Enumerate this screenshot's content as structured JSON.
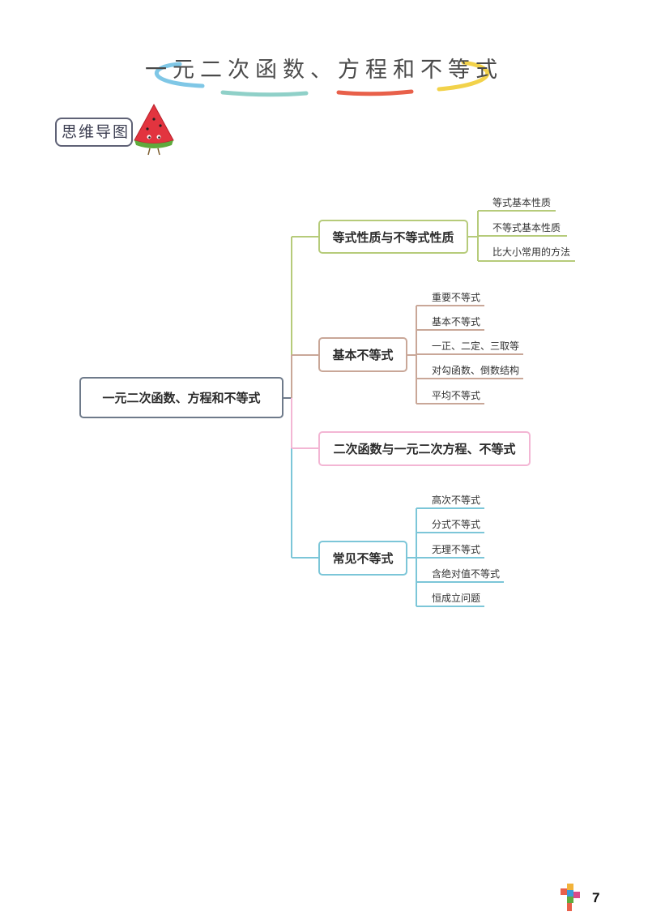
{
  "header": {
    "title": "一元二次函数、方程和不等式",
    "badge": "思维导图"
  },
  "mindmap": {
    "root": "一元二次函数、方程和不等式",
    "branches": [
      {
        "label": "等式性质与不等式性质",
        "color": "#b6cb7a",
        "items": [
          "等式基本性质",
          "不等式基本性质",
          "比大小常用的方法"
        ]
      },
      {
        "label": "基本不等式",
        "color": "#c9a798",
        "items": [
          "重要不等式",
          "基本不等式",
          "一正、二定、三取等",
          "对勾函数、倒数结构",
          "平均不等式"
        ]
      },
      {
        "label": "二次函数与一元二次方程、不等式",
        "color": "#f3b6d4",
        "items": []
      },
      {
        "label": "常见不等式",
        "color": "#7cc6d8",
        "items": [
          "高次不等式",
          "分式不等式",
          "无理不等式",
          "含绝对值不等式",
          "恒成立问题"
        ]
      }
    ]
  },
  "footer": {
    "page_number": "7"
  },
  "colors": {
    "title_arc_blue": "#7fc7e6",
    "title_arc_teal": "#8fd0c8",
    "title_arc_red": "#e8604a",
    "title_arc_yellow": "#f2d24a",
    "root_border": "#6e7a8a"
  }
}
